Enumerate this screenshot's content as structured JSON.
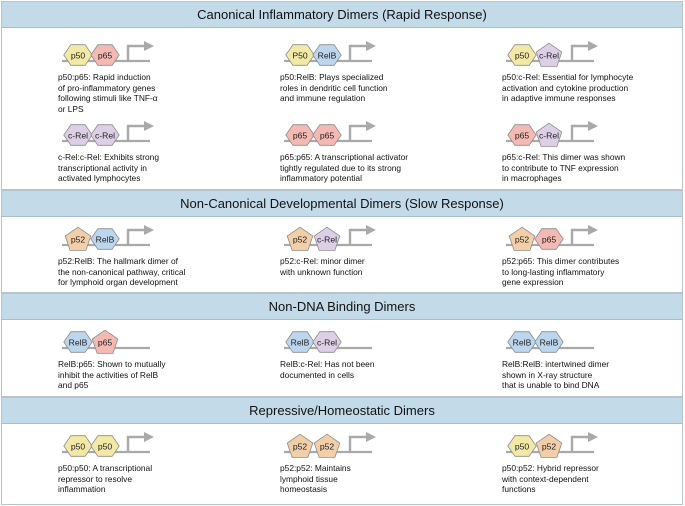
{
  "colors": {
    "p50": "#f3e9a6",
    "p65": "#f3b9b2",
    "RelB": "#bcd6ee",
    "c-Rel": "#dccfe6",
    "p52": "#f2cfa8",
    "arrow": "#a9a9a9",
    "header": "#c3dbe8"
  },
  "sections": [
    {
      "title": "Canonical Inflammatory Dimers (Rapid Response)",
      "items": [
        {
          "left": "p50",
          "right": "p65",
          "left_shape": "hexagon",
          "right_shape": "hexagon",
          "arrow": true,
          "text": [
            "p50:p65: Rapid induction",
            "of pro-inflammatory genes",
            "following stimuli like TNF-α",
            "or LPS"
          ]
        },
        {
          "left": "P50",
          "right": "RelB",
          "left_shape": "hexagon",
          "right_shape": "hexagon",
          "arrow": true,
          "text": [
            "p50:RelB: Plays specialized",
            "roles in dendritic cell function",
            "and immune regulation"
          ]
        },
        {
          "left": "p50",
          "right": "c-Rel",
          "left_shape": "hexagon",
          "right_shape": "pentagon",
          "arrow": true,
          "text": [
            "p50:c-Rel: Essential for lymphocyte",
            "activation and cytokine production",
            "in adaptive immune responses"
          ]
        },
        {
          "left": "c-Rel",
          "right": "c-Rel",
          "left_shape": "hexagon",
          "right_shape": "hexagon",
          "arrow": true,
          "text": [
            "c-Rel:c-Rel: Exhibits strong",
            "transcriptional activity in",
            "activated lymphocytes"
          ]
        },
        {
          "left": "p65",
          "right": "p65",
          "left_shape": "hexagon",
          "right_shape": "hexagon",
          "arrow": true,
          "text": [
            "p65:p65: A transcriptional activator",
            "tightly regulated due to its strong",
            "inflammatory potential"
          ]
        },
        {
          "left": "p65",
          "right": "c-Rel",
          "left_shape": "hexagon",
          "right_shape": "pentagon",
          "arrow": true,
          "text": [
            "p65:c-Rel: This dimer was shown",
            "to contribute to TNF expression",
            "in macrophages"
          ]
        }
      ]
    },
    {
      "title": "Non-Canonical Developmental Dimers (Slow Response)",
      "items": [
        {
          "left": "p52",
          "right": "RelB",
          "left_shape": "pentagon",
          "right_shape": "hexagon",
          "arrow": true,
          "text": [
            "p52:RelB: The hallmark dimer of",
            "the non-canonical pathway, critical",
            "for lymphoid organ development"
          ]
        },
        {
          "left": "p52",
          "right": "c-Rel",
          "left_shape": "pentagon",
          "right_shape": "pentagon",
          "arrow": true,
          "text": [
            "p52:c-Rel: minor dimer",
            "with unknown function"
          ]
        },
        {
          "left": "p52",
          "right": "p65",
          "left_shape": "pentagon",
          "right_shape": "hexagon",
          "arrow": true,
          "text": [
            "p52:p65: This dimer contributes",
            "to long-lasting inflammatory",
            "gene expression"
          ]
        }
      ]
    },
    {
      "title": "Non-DNA Binding Dimers",
      "items": [
        {
          "left": "RelB",
          "right": "p65",
          "left_shape": "hexagon",
          "right_shape": "pentagon",
          "arrow": false,
          "text": [
            "RelB:p65: Shown to mutually",
            "inhibit the activities of RelB",
            "and p65"
          ]
        },
        {
          "left": "RelB",
          "right": "c-Rel",
          "left_shape": "hexagon",
          "right_shape": "hexagon",
          "arrow": false,
          "text": [
            "RelB:c-Rel: Has not been",
            "documented in cells"
          ]
        },
        {
          "left": "RelB",
          "right": "RelB",
          "left_shape": "hexagon",
          "right_shape": "hexagon",
          "arrow": false,
          "text": [
            "RelB:RelB: intertwined dimer",
            "shown in X-ray structure",
            "that is unable to bind DNA"
          ]
        }
      ]
    },
    {
      "title": "Repressive/Homeostatic Dimers",
      "items": [
        {
          "left": "p50",
          "right": "p50",
          "left_shape": "hexagon",
          "right_shape": "hexagon",
          "arrow": true,
          "text": [
            "p50:p50: A transcriptional",
            "repressor to resolve",
            "inflammation"
          ]
        },
        {
          "left": "p52",
          "right": "p52",
          "left_shape": "pentagon",
          "right_shape": "pentagon",
          "arrow": true,
          "text": [
            "p52:p52: Maintains",
            "lymphoid tissue",
            "homeostasis"
          ]
        },
        {
          "left": "p50",
          "right": "p52",
          "left_shape": "hexagon",
          "right_shape": "pentagon",
          "arrow": true,
          "text": [
            "p50:p52: Hybrid repressor",
            "with context-dependent",
            "functions"
          ]
        }
      ]
    }
  ]
}
